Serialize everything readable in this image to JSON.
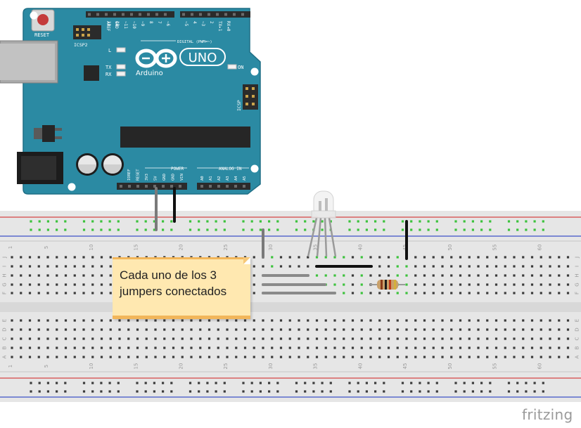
{
  "arduino": {
    "logo_text": "Arduino",
    "model": "UNO",
    "reset_label": "RESET",
    "icsp2_label": "ICSP2",
    "icsp_label": "ICSP",
    "digital_label": "DIGITAL (PWM=~)",
    "power_label": "POWER",
    "analog_label": "ANALOG IN",
    "on_label": "ON",
    "led_labels": [
      "L",
      "TX",
      "RX"
    ],
    "top_pins": [
      "AREF",
      "GND",
      "13",
      "12",
      "~11",
      "~10",
      "~9",
      "8",
      "7",
      "~6",
      "~5",
      "4",
      "~3",
      "2",
      "TX▸1",
      "RX◂0"
    ],
    "power_pins": [
      "IOREF",
      "RESET",
      "3V3",
      "5V",
      "GND",
      "GND",
      "VIN"
    ],
    "analog_pins": [
      "A0",
      "A1",
      "A2",
      "A3",
      "A4",
      "A5"
    ]
  },
  "breadboard": {
    "column_numbers": [
      "1",
      "5",
      "10",
      "15",
      "20",
      "25",
      "30",
      "35",
      "40",
      "45",
      "50",
      "55",
      "60"
    ],
    "row_letters_top": [
      "J",
      "I",
      "H",
      "G",
      "F"
    ],
    "row_letters_bottom": [
      "E",
      "D",
      "C",
      "B",
      "A"
    ]
  },
  "note": {
    "line1": "Cada uno de los 3",
    "line2": "jumpers conectados"
  },
  "brand": "fritzing",
  "colors": {
    "board": "#2b8aa3",
    "board_edge": "#1f6f86",
    "header": "#2b2b2b",
    "breadboard": "#e6e6e6",
    "hole": "#3a3a3a",
    "connected_hole": "#3cc23c",
    "rail_red": "#d64545",
    "rail_blue": "#3c52c8",
    "wire_gray": "#8a8a8a",
    "wire_black": "#111111",
    "note_bg": "#ffe8b0",
    "note_accent": "#f2b65a"
  }
}
